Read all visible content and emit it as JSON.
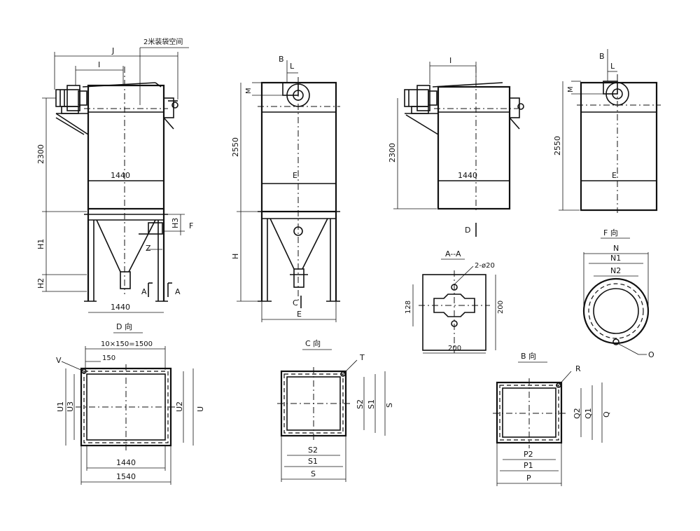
{
  "view1": {
    "note": "2米装袋空间",
    "J": "J",
    "I": "I",
    "h2300": "2300",
    "w1440": "1440",
    "H1": "H1",
    "H2": "H2",
    "H3": "H3",
    "F": "F",
    "Z": "Z",
    "A": "A",
    "bottom1440": "1440"
  },
  "view2": {
    "B": "B",
    "L": "L",
    "M": "M",
    "h2550": "2550",
    "E": "E",
    "H": "H",
    "C": "C",
    "bottomE": "E"
  },
  "view3": {
    "I": "I",
    "h2300": "2300",
    "w1440": "1440",
    "D": "D"
  },
  "view4": {
    "B": "B",
    "L": "L",
    "M": "M",
    "h2550": "2550",
    "E": "E"
  },
  "sectionAA": {
    "title": "A--A",
    "holes": "2-ø20",
    "d128": "128",
    "d200h": "200",
    "d200w": "200"
  },
  "viewF": {
    "title": "F 向",
    "N": "N",
    "N1": "N1",
    "N2": "N2",
    "O": "O"
  },
  "viewD": {
    "title": "D 向",
    "spacing": "10×150=1500",
    "pitch": "150",
    "V": "V",
    "U1": "U1",
    "U3": "U3",
    "U2": "U2",
    "U": "U",
    "w1440": "1440",
    "w1540": "1540"
  },
  "viewC": {
    "title": "C 向",
    "T": "T",
    "S2v": "S2",
    "S1v": "S1",
    "Sv": "S",
    "S2h": "S2",
    "S1h": "S1",
    "Sh": "S"
  },
  "viewB": {
    "title": "B 向",
    "R": "R",
    "Q2": "Q2",
    "Q1": "Q1",
    "Q": "Q",
    "P2": "P2",
    "P1": "P1",
    "P": "P"
  }
}
